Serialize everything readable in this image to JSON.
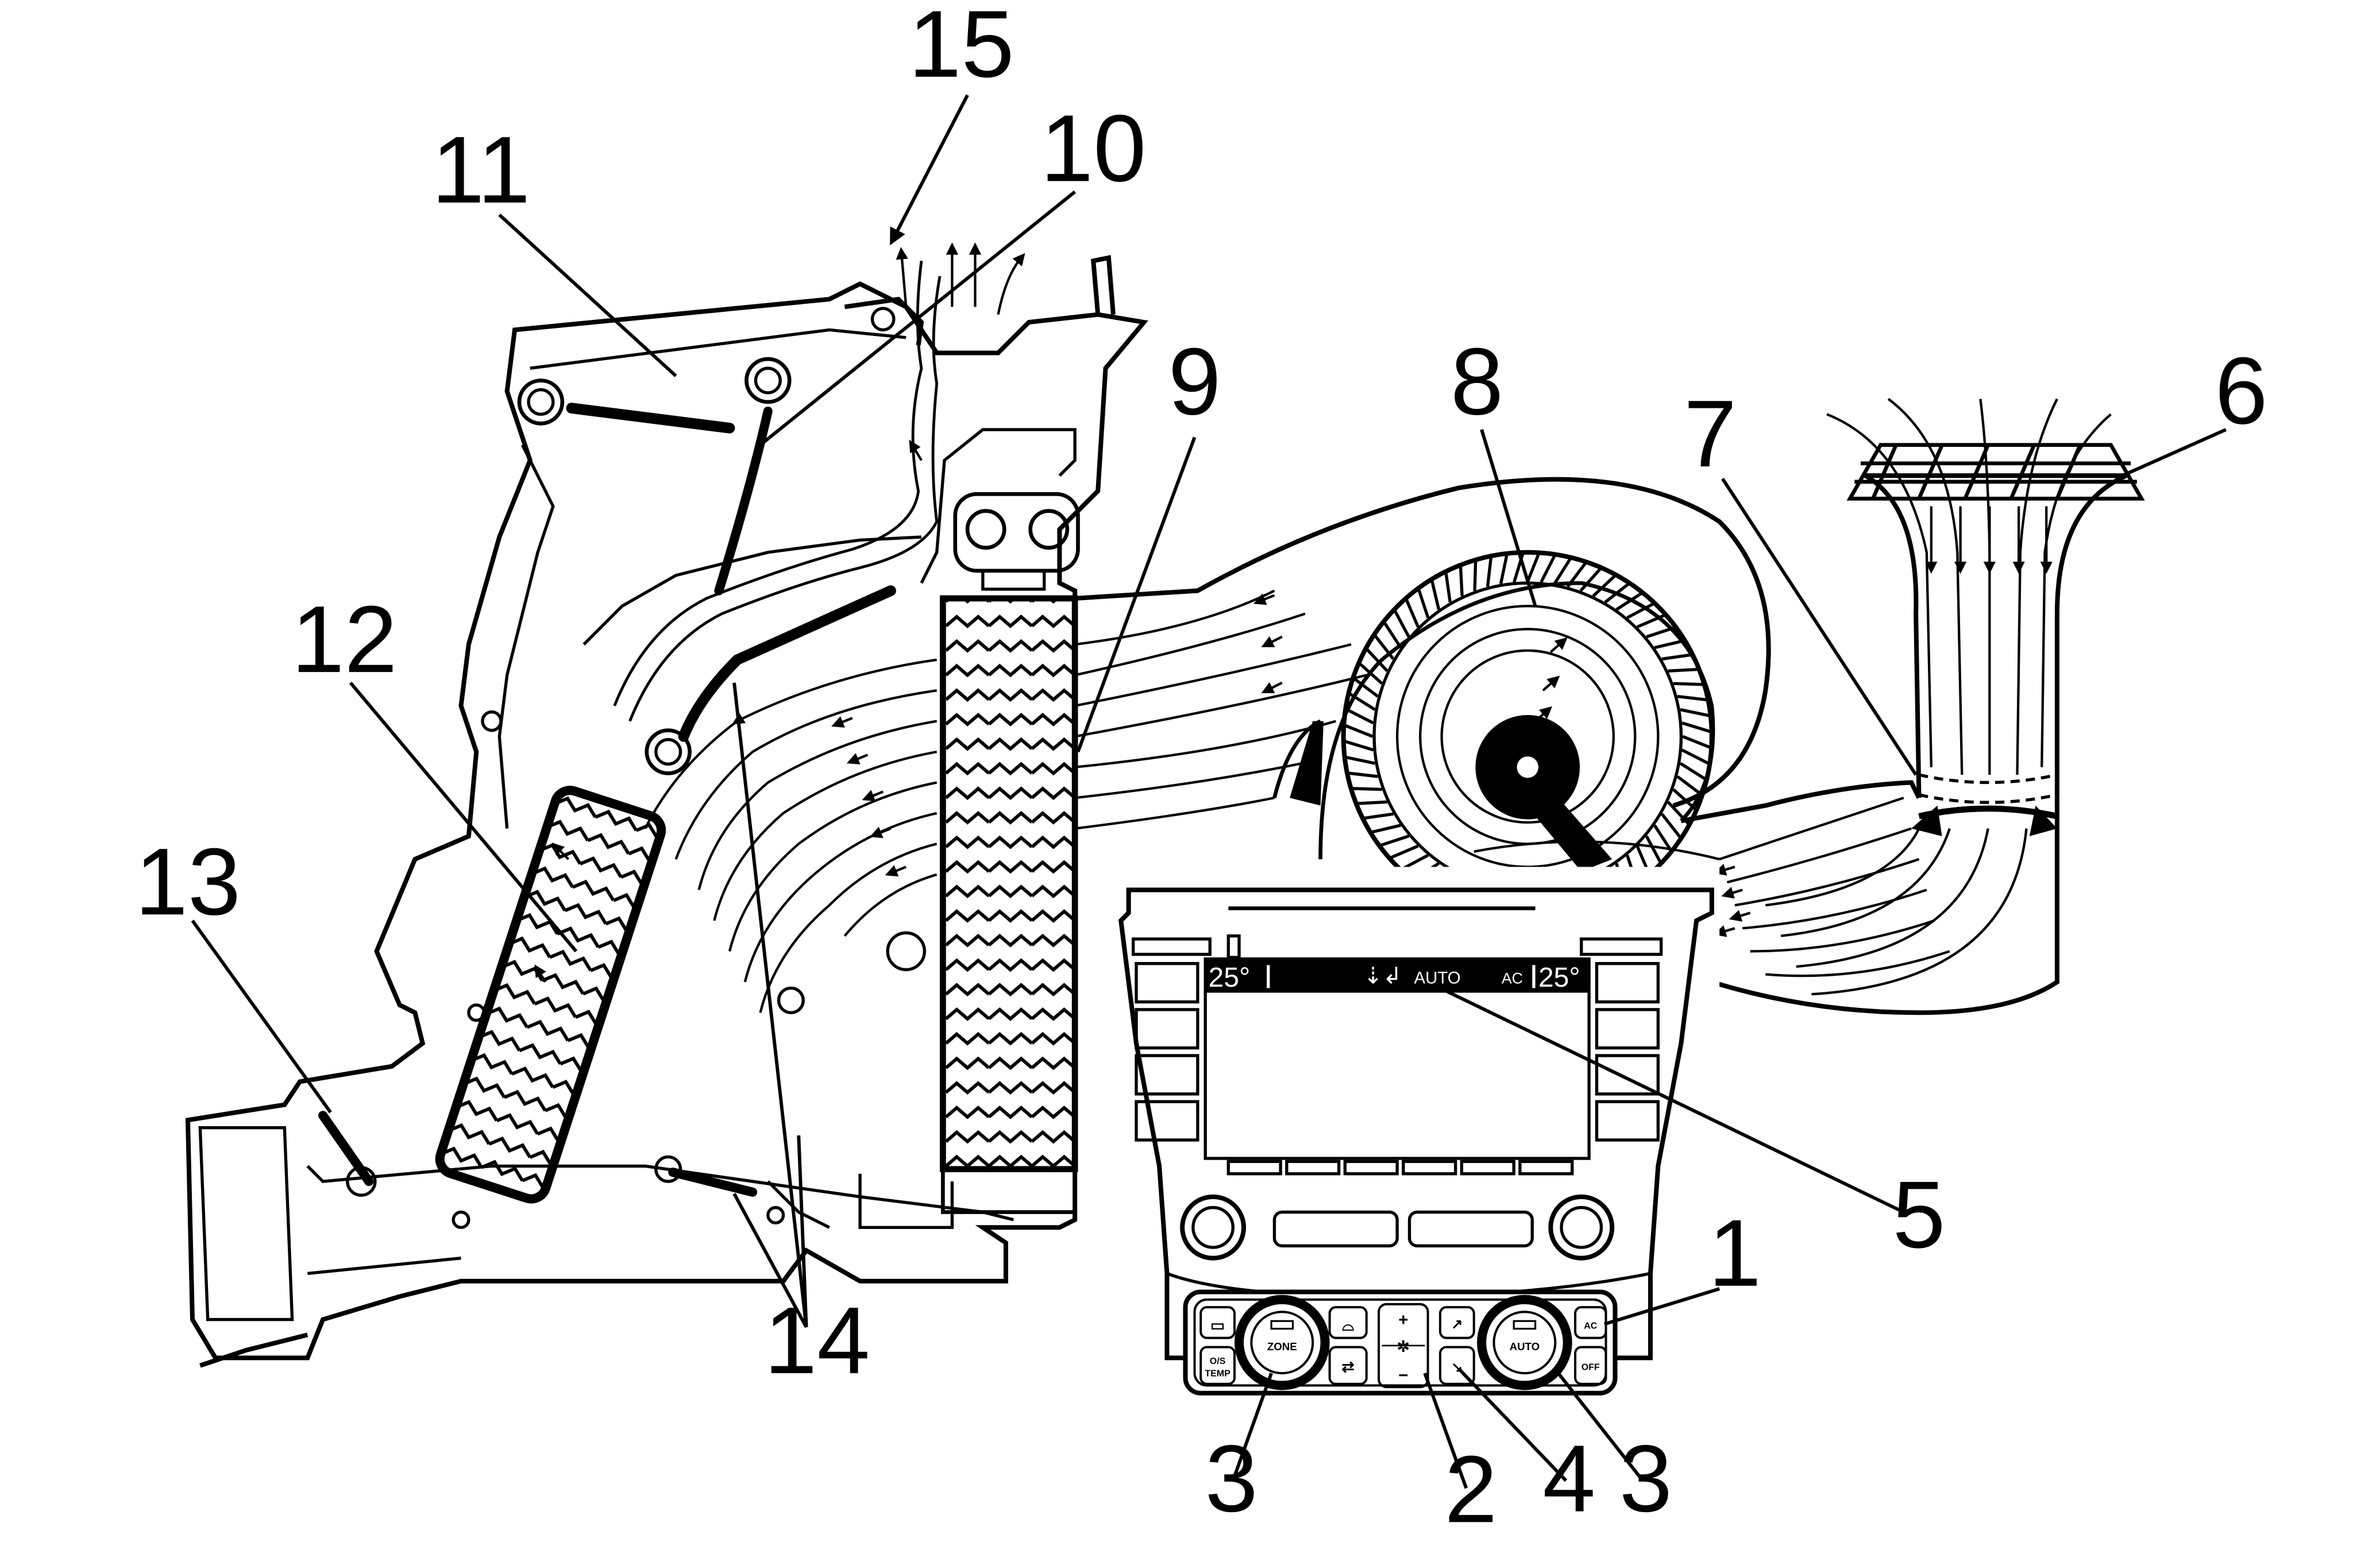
{
  "callouts": [
    {
      "id": "15",
      "text": "15"
    },
    {
      "id": "10",
      "text": "10"
    },
    {
      "id": "11",
      "text": "11"
    },
    {
      "id": "9",
      "text": "9"
    },
    {
      "id": "8",
      "text": "8"
    },
    {
      "id": "7",
      "text": "7"
    },
    {
      "id": "6",
      "text": "6"
    },
    {
      "id": "12",
      "text": "12"
    },
    {
      "id": "13",
      "text": "13"
    },
    {
      "id": "14",
      "text": "14"
    },
    {
      "id": "5",
      "text": "5"
    },
    {
      "id": "1",
      "text": "1"
    },
    {
      "id": "3a",
      "text": "3"
    },
    {
      "id": "2",
      "text": "2"
    },
    {
      "id": "4",
      "text": "4"
    },
    {
      "id": "3b",
      "text": "3"
    }
  ],
  "display": {
    "left_temp": "25°",
    "mode": "AUTO",
    "ac": "AC",
    "right_temp": "25°"
  },
  "panel": {
    "zone": "ZONE",
    "auto": "AUTO",
    "os_temp_1": "O/S",
    "os_temp_2": "TEMP",
    "ac": "AC",
    "off": "OFF",
    "fan_plus": "+",
    "fan_minus": "−"
  },
  "colors": {
    "line": "#000000",
    "background": "#ffffff",
    "display": "#000000"
  }
}
